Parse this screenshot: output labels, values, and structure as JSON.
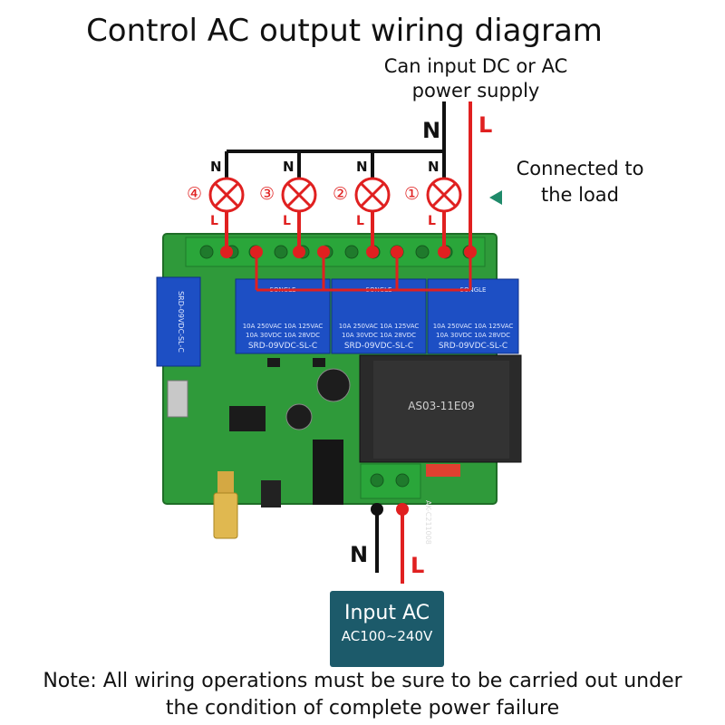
{
  "title": "Control AC output wiring diagram",
  "supply_label": [
    "Can input DC or AC",
    "power supply"
  ],
  "load_label": [
    "Connected to",
    "the load"
  ],
  "supply_wires": {
    "neutral": "N",
    "live": "L"
  },
  "loads": [
    {
      "number": "④",
      "n": "N",
      "l": "L"
    },
    {
      "number": "③",
      "n": "N",
      "l": "L"
    },
    {
      "number": "②",
      "n": "N",
      "l": "L"
    },
    {
      "number": "①",
      "n": "N",
      "l": "L"
    }
  ],
  "relay_labels": {
    "brand": "SONGLE",
    "rating1": "10A 250VAC  10A 125VAC",
    "rating2": "10A  30VDC  10A  28VDC",
    "model": "SRD-09VDC-SL-C"
  },
  "power_module": {
    "label": "AS03-11E09"
  },
  "board_code": "AK-C211008",
  "input_wires": {
    "neutral": "N",
    "live": "L"
  },
  "input_box": {
    "line1": "Input AC",
    "line2": "AC100~240V"
  },
  "note": [
    "Note: All wiring operations must be sure to be carried out under",
    "the condition of complete power failure"
  ],
  "colors": {
    "live": "#e02020",
    "neutral": "#111111",
    "board": "#2f9a3a",
    "relay": "#1d4fc4",
    "terminal": "#2aa63a",
    "box": "#1c5a6a"
  }
}
